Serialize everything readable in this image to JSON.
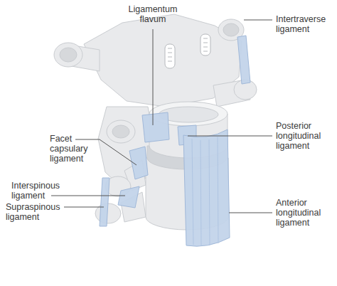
{
  "diagram": {
    "labels": [
      "Ligamentum flavum",
      "Intertraverse ligament",
      "Facet capsulary ligament",
      "Posterior longitudinal ligament",
      "Interspinous ligament",
      "Anterior longitudinal ligament",
      "Supraspinous ligament"
    ]
  }
}
